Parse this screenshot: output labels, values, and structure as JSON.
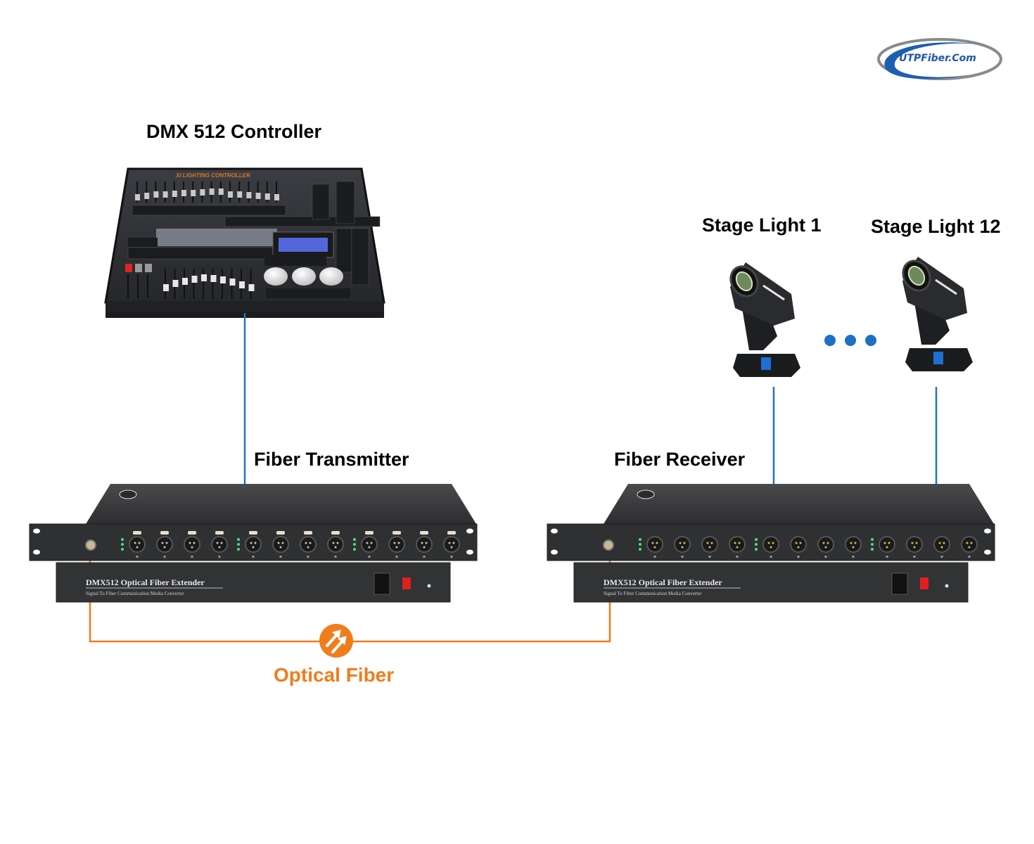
{
  "logo": {
    "text": "UTPFiber.Com",
    "colors": {
      "text": "#1f57a8",
      "ring_blue": "#1f5fb0",
      "ring_gray": "#8a8a8a"
    }
  },
  "labels": {
    "controller": "DMX 512 Controller",
    "transmitter": "Fiber Transmitter",
    "receiver": "Fiber Receiver",
    "light_first": "Stage Light 1",
    "light_last": "Stage Light 12",
    "optical_fiber": "Optical Fiber"
  },
  "controller_panel": {
    "header": "XI LIGHTING CONTROLLER"
  },
  "devices": [
    {
      "id": "transmitter",
      "front_title": "DMX512 Optical Fiber Extender",
      "front_subtitle": "Signal To Fiber Communication Media Converter",
      "port_groups": 3,
      "ports_per_group": 4,
      "port_type": "xlr-female"
    },
    {
      "id": "receiver",
      "front_title": "DMX512 Optical Fiber Extender",
      "front_subtitle": "Signal To Fiber Communication Media Converter",
      "port_groups": 3,
      "ports_per_group": 4,
      "port_type": "xlr-male"
    }
  ],
  "ellipsis_dots": 3,
  "colors": {
    "dmx_line": "#1f74c8",
    "fiber_line": "#f07c1c",
    "dots": "#1f6fc4",
    "device_body": "#3a3a3c",
    "text": "#000000"
  },
  "icons": {
    "fiber_link": "double-arrow-icon"
  }
}
